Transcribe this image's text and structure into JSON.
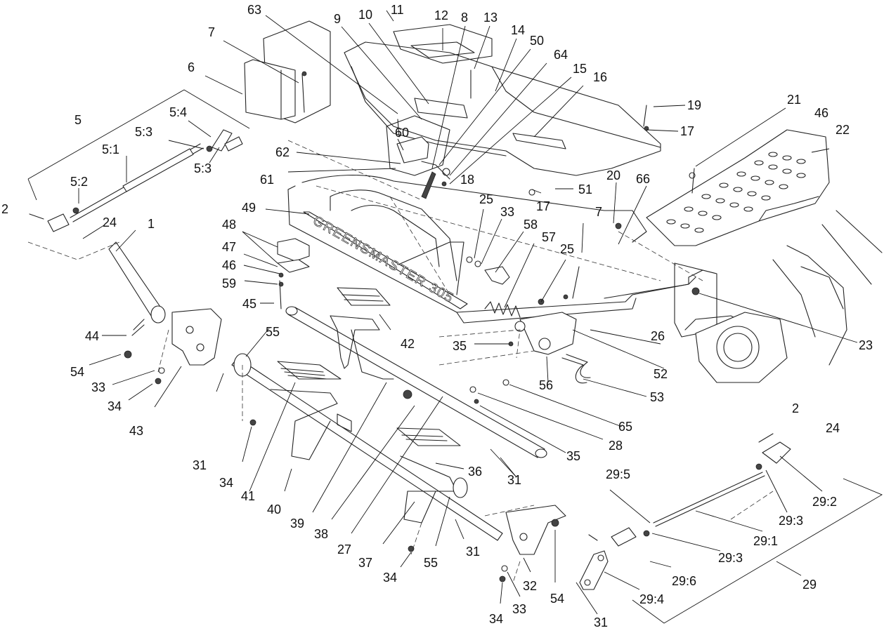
{
  "diagram": {
    "frame_lettering": "GREENSMASTER 305",
    "callouts": [
      "63",
      "11",
      "12",
      "7",
      "9",
      "10",
      "8",
      "13",
      "14",
      "50",
      "64",
      "15",
      "16",
      "6",
      "19",
      "5",
      "17",
      "21",
      "46",
      "22",
      "5:4",
      "5:3",
      "60",
      "5:1",
      "62",
      "5:3",
      "61",
      "18",
      "51",
      "20",
      "66",
      "5:2",
      "17",
      "2",
      "24",
      "49",
      "25",
      "33",
      "58",
      "7",
      "1",
      "48",
      "57",
      "25",
      "47",
      "46",
      "59",
      "45",
      "55",
      "42",
      "44",
      "35",
      "26",
      "23",
      "54",
      "52",
      "33",
      "56",
      "34",
      "53",
      "43",
      "65",
      "31",
      "28",
      "2",
      "24",
      "34",
      "35",
      "41",
      "36",
      "40",
      "31",
      "29:5",
      "29:2",
      "39",
      "38",
      "27",
      "37",
      "55",
      "31",
      "29:3",
      "29:1",
      "29:3",
      "34",
      "32",
      "54",
      "29:6",
      "29",
      "29:4",
      "34",
      "33",
      "31"
    ]
  }
}
